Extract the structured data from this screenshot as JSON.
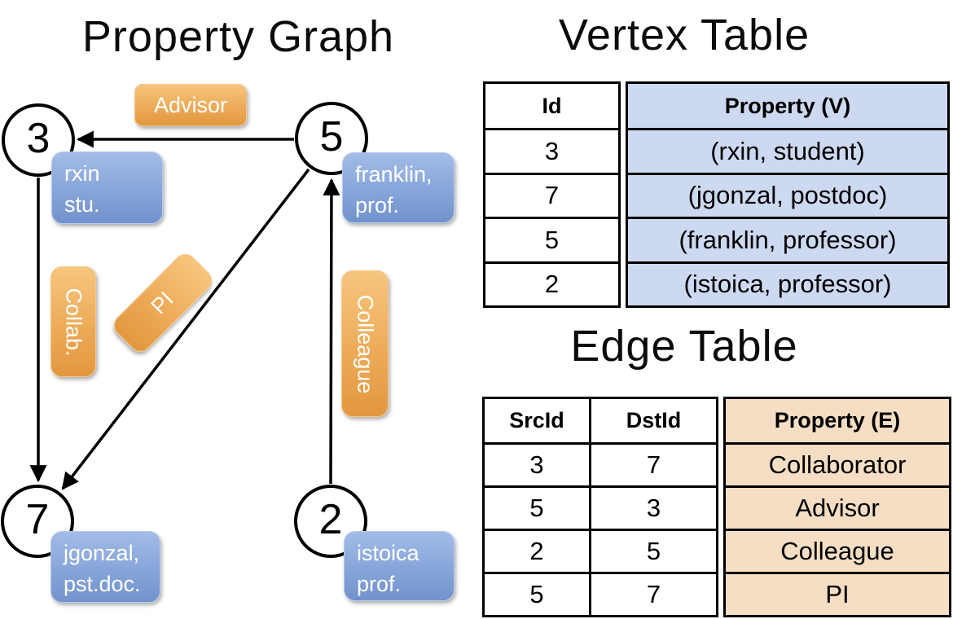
{
  "titles": {
    "property_graph": "Property Graph",
    "vertex_table": "Vertex Table",
    "edge_table": "Edge Table"
  },
  "graph": {
    "nodes": {
      "n3": {
        "id": "3",
        "prop_line1": "rxin",
        "prop_line2": "stu."
      },
      "n5": {
        "id": "5",
        "prop_line1": "franklin,",
        "prop_line2": "prof."
      },
      "n7": {
        "id": "7",
        "prop_line1": "jgonzal,",
        "prop_line2": "pst.doc."
      },
      "n2": {
        "id": "2",
        "prop_line1": "istoica",
        "prop_line2": "prof."
      }
    },
    "edge_labels": {
      "advisor": "Advisor",
      "collab": "Collab.",
      "pi": "PI",
      "colleague": "Colleague"
    },
    "edges": [
      {
        "from": "5",
        "to": "3",
        "label": "Advisor"
      },
      {
        "from": "3",
        "to": "7",
        "label": "Collab."
      },
      {
        "from": "5",
        "to": "7",
        "label": "PI"
      },
      {
        "from": "2",
        "to": "5",
        "label": "Colleague"
      }
    ]
  },
  "vertex_table": {
    "headers": {
      "id": "Id",
      "property": "Property (V)"
    },
    "rows": [
      {
        "id": "3",
        "property": "(rxin, student)"
      },
      {
        "id": "7",
        "property": "(jgonzal, postdoc)"
      },
      {
        "id": "5",
        "property": "(franklin, professor)"
      },
      {
        "id": "2",
        "property": "(istoica, professor)"
      }
    ]
  },
  "edge_table": {
    "headers": {
      "src": "SrcId",
      "dst": "DstId",
      "property": "Property (E)"
    },
    "rows": [
      {
        "src": "3",
        "dst": "7",
        "property": "Collaborator"
      },
      {
        "src": "5",
        "dst": "3",
        "property": "Advisor"
      },
      {
        "src": "2",
        "dst": "5",
        "property": "Colleague"
      },
      {
        "src": "5",
        "dst": "7",
        "property": "PI"
      }
    ]
  },
  "colors": {
    "vertex_cell_fill": "#cdd9f0",
    "edge_cell_fill": "#f5dec3",
    "orange_box_top": "#f6c67f",
    "orange_box_bottom": "#e2973f",
    "blue_box_top": "#a3bce7",
    "blue_box_bottom": "#7292cc",
    "line": "#000000"
  }
}
